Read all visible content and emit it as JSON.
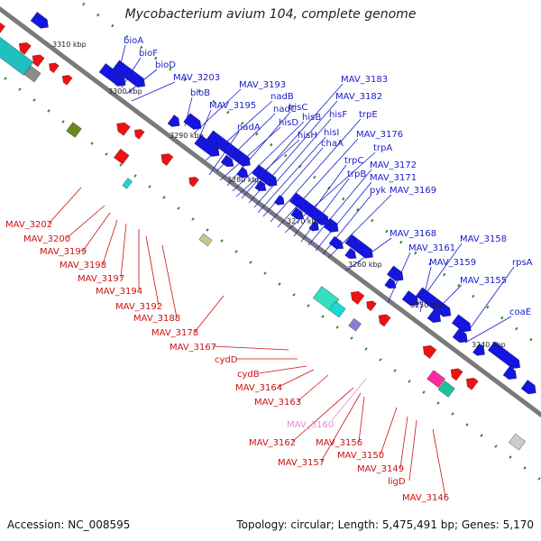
{
  "title": "Mycobacterium avium 104, complete genome",
  "accession": "Accession: NC_008595",
  "summary": "Topology: circular; Length: 5,475,491 bp; Genes: 5,170",
  "colors": {
    "forward_label": "#1a1acc",
    "reverse_label": "#cc1111",
    "pseudo_label": "#e98ad8",
    "backbone": "#7a7a7a",
    "ticks": "#2e8b2e"
  },
  "ticks": [
    "3310 kbp",
    "3300 kbp",
    "3290 kbp",
    "3280 kbp",
    "3270 kbp",
    "3260 kbp",
    "3250 kbp",
    "3240 kbp"
  ],
  "forward_labels": [
    "bioA",
    "bioF",
    "bioD",
    "MAV_3203",
    "bioB",
    "MAV_3193",
    "MAV_3195",
    "nadB",
    "nadC",
    "nadA",
    "hisD",
    "hisC",
    "hisB",
    "hisH",
    "MAV_3183",
    "MAV_3182",
    "hisF",
    "hisI",
    "chaA",
    "trpE",
    "MAV_3176",
    "trpA",
    "trpC",
    "trpB",
    "MAV_3172",
    "MAV_3171",
    "pyk",
    "MAV_3169",
    "MAV_3168",
    "MAV_3161",
    "MAV_3158",
    "MAV_3159",
    "MAV_3155",
    "rpsA",
    "coaE"
  ],
  "reverse_labels": [
    "MAV_3202",
    "MAV_3200",
    "MAV_3199",
    "MAV_3198",
    "MAV_3197",
    "MAV_3194",
    "MAV_3192",
    "MAV_3188",
    "MAV_3178",
    "MAV_3167",
    "cydD",
    "cydB",
    "MAV_3164",
    "MAV_3163",
    "MAV_3162",
    "MAV_3157",
    "MAV_3156",
    "MAV_3150",
    "MAV_3149",
    "ligD",
    "MAV_3146"
  ],
  "pseudo_labels": [
    "MAV_3160"
  ]
}
